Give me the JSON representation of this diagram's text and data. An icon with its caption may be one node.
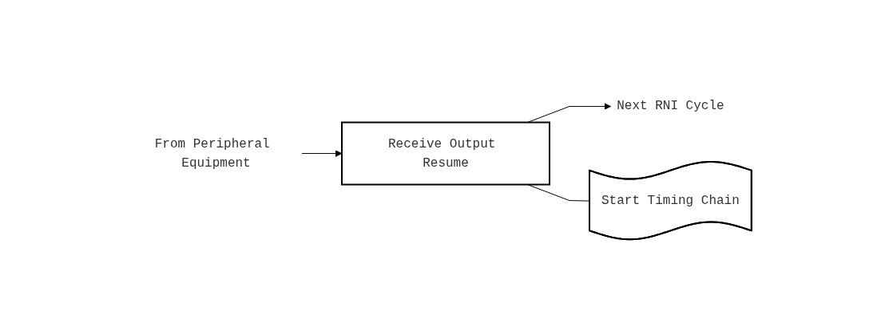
{
  "diagram": {
    "nodes": [
      {
        "text": [
          "From Peripheral Equipment"
        ]
      },
      {
        "text": [
          "Receive Output Resume"
        ]
      },
      {
        "text": [
          "Start Timing Chain"
        ]
      },
      {
        "text": [
          "Next RNI Cycle"
        ]
      }
    ],
    "edges": [
      {
        "from": 0,
        "to": 1,
        "arrow": "to"
      },
      {
        "from": 1,
        "to": 3,
        "arrow": "to"
      },
      {
        "from": 1,
        "to": 2,
        "arrow": "none"
      }
    ]
  }
}
